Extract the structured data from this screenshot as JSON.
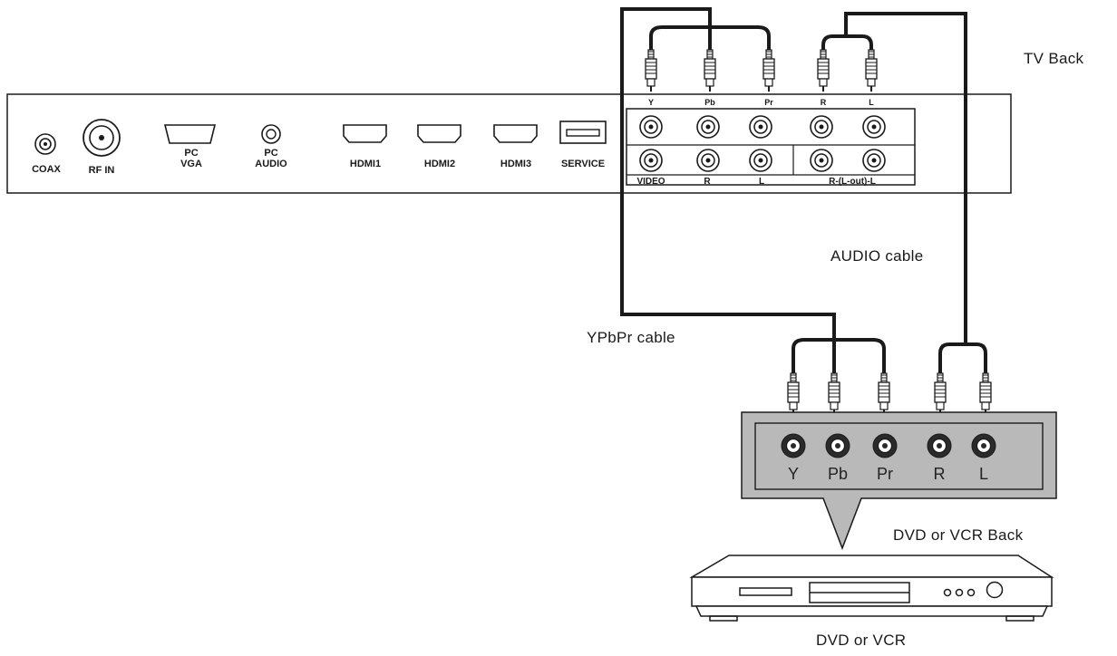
{
  "tv": {
    "label": "TV Back",
    "ports": {
      "coax": "COAX",
      "rf_in": "RF IN",
      "pc_vga": "PC\nVGA",
      "pc_audio": "PC\nAUDIO",
      "hdmi1": "HDMI1",
      "hdmi2": "HDMI2",
      "hdmi3": "HDMI3",
      "service": "SERVICE",
      "video": "VIDEO",
      "av_r": "R",
      "av_l": "L",
      "audio_out": "R-(L-out)-L"
    }
  },
  "tv_plugs": [
    "Y",
    "Pb",
    "Pr",
    "R",
    "L"
  ],
  "cables": {
    "ypbpr": "YPbPr cable",
    "audio": "AUDIO cable"
  },
  "dvd_back": {
    "label": "DVD or VCR Back",
    "jacks": [
      "Y",
      "Pb",
      "Pr",
      "R",
      "L"
    ]
  },
  "dvd": {
    "label": "DVD or VCR"
  },
  "colors": {
    "line": "#1a1a1a",
    "panel_fill": "#b9b9b9",
    "jack_fill": "#ffffff"
  },
  "icons": [
    "coax-jack-icon",
    "rf-jack-icon",
    "vga-port-icon",
    "audio-jack-icon",
    "hdmi-port-icon",
    "usb-port-icon",
    "rca-jack-icon",
    "rca-plug-icon",
    "dvd-player-icon"
  ]
}
